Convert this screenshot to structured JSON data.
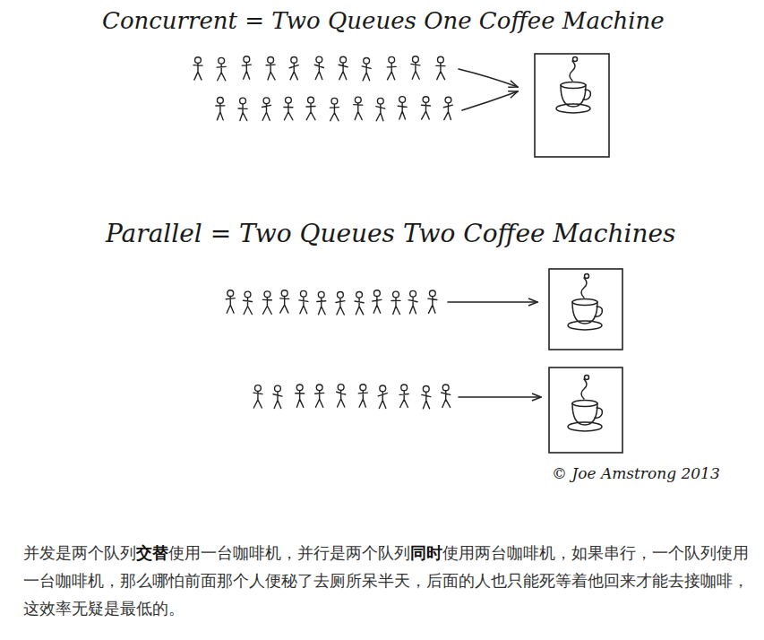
{
  "diagram": {
    "labels": [
      "Concurrent = Two Queues One Coffee Machine",
      "Parallel = Two Queues Two Coffee Machines",
      "© Joe Amstrong 2013",
      "并发是两个队列",
      "交替",
      "使用一台咖啡机，并行是两个队列",
      "同时",
      "使用两台咖啡机，如果串行，一个队列使用一台咖啡机，那么哪怕前面那个人便秘了去厕所呆半天，后面的人也只能死等着他回来才能去接咖啡，这效率无疑是最低的。"
    ]
  }
}
